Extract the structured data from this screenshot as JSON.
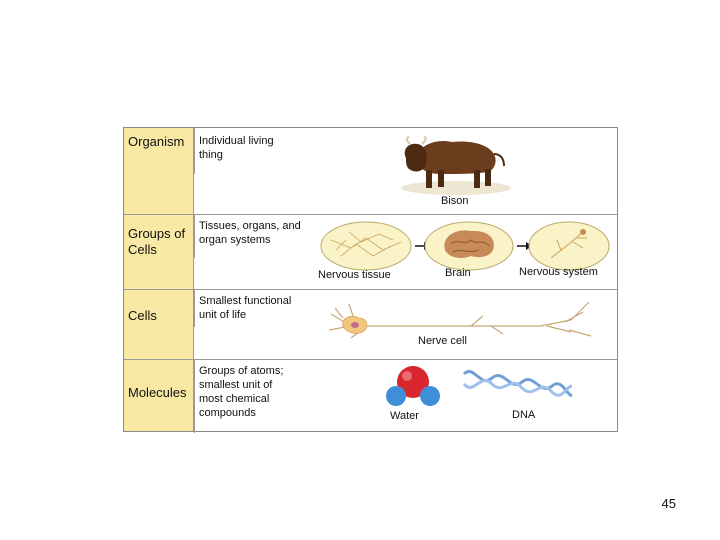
{
  "levels": [
    {
      "label": "Organism",
      "description": "Individual living thing",
      "captions": [
        "Bison"
      ]
    },
    {
      "label": "Groups of Cells",
      "description": "Tissues, organs, and organ systems",
      "captions": [
        "Nervous tissue",
        "Brain",
        "Nervous system"
      ]
    },
    {
      "label": "Cells",
      "description": "Smallest functional unit of life",
      "captions": [
        "Nerve cell"
      ]
    },
    {
      "label": "Molecules",
      "description": "Groups of atoms; smallest unit of most chemical compounds",
      "captions": [
        "Water",
        "DNA"
      ]
    }
  ],
  "page_number": "45",
  "colors": {
    "label_column": "#f7e9a3",
    "tissue_bg": "#faf3c8",
    "brain": "#c78a58",
    "water_oxygen": "#d9262e",
    "water_hydrogen": "#3f8fd8",
    "dna": "#6f9fd6"
  }
}
